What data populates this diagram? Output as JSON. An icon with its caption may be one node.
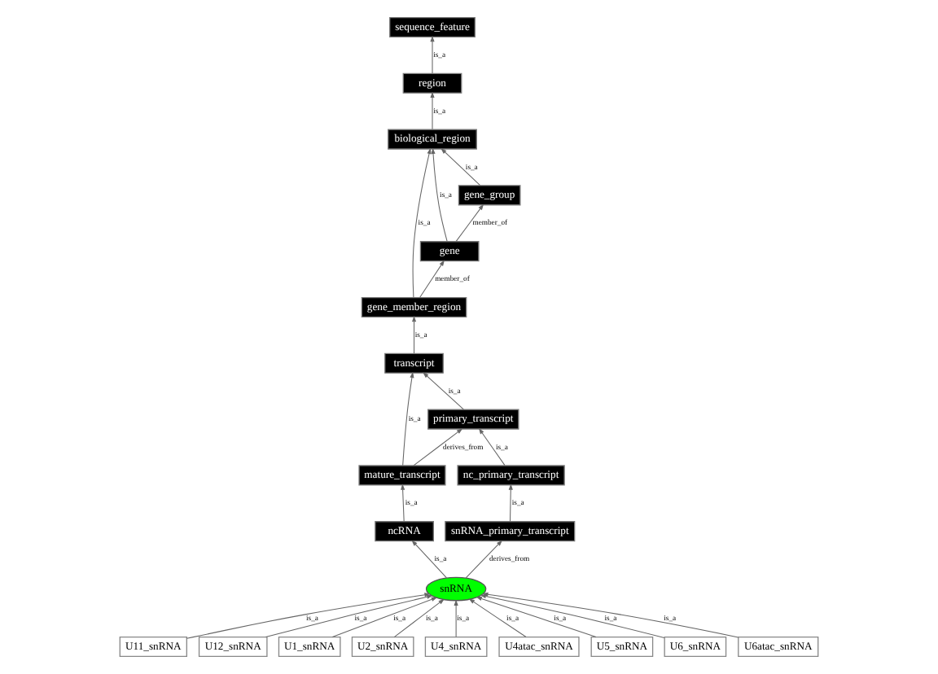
{
  "diagram": {
    "nodes": [
      {
        "text": [
          "sequence_feature"
        ]
      },
      {
        "text": [
          "region"
        ]
      },
      {
        "text": [
          "biological_region"
        ]
      },
      {
        "text": [
          "gene_group"
        ]
      },
      {
        "text": [
          "gene"
        ]
      },
      {
        "text": [
          "gene_member_region"
        ]
      },
      {
        "text": [
          "transcript"
        ]
      },
      {
        "text": [
          "primary_transcript"
        ]
      },
      {
        "text": [
          "mature_transcript"
        ]
      },
      {
        "text": [
          "nc_primary_transcript"
        ]
      },
      {
        "text": [
          "ncRNA"
        ]
      },
      {
        "text": [
          "snRNA_primary_transcript"
        ]
      },
      {
        "text": [
          "snRNA"
        ]
      },
      {
        "text": [
          "U11_snRNA"
        ]
      },
      {
        "text": [
          "U12_snRNA"
        ]
      },
      {
        "text": [
          "U1_snRNA"
        ]
      },
      {
        "text": [
          "U2_snRNA"
        ]
      },
      {
        "text": [
          "U4_snRNA"
        ]
      },
      {
        "text": [
          "U4atac_snRNA"
        ]
      },
      {
        "text": [
          "U5_snRNA"
        ]
      },
      {
        "text": [
          "U6_snRNA"
        ]
      },
      {
        "text": [
          "U6atac_snRNA"
        ]
      }
    ],
    "edges": [
      {
        "from": 1,
        "to": 0,
        "arrow": "to",
        "label": "is_a"
      },
      {
        "from": 2,
        "to": 1,
        "arrow": "to",
        "label": "is_a"
      },
      {
        "from": 3,
        "to": 2,
        "arrow": "to",
        "label": "is_a"
      },
      {
        "from": 4,
        "to": 2,
        "arrow": "to",
        "label": "is_a"
      },
      {
        "from": 5,
        "to": 2,
        "arrow": "to",
        "label": "is_a"
      },
      {
        "from": 4,
        "to": 3,
        "arrow": "to",
        "label": "member_of"
      },
      {
        "from": 5,
        "to": 4,
        "arrow": "to",
        "label": "member_of"
      },
      {
        "from": 6,
        "to": 5,
        "arrow": "to",
        "label": "is_a"
      },
      {
        "from": 7,
        "to": 6,
        "arrow": "to",
        "label": "is_a"
      },
      {
        "from": 8,
        "to": 6,
        "arrow": "to",
        "label": "is_a"
      },
      {
        "from": 8,
        "to": 7,
        "arrow": "to",
        "label": "derives_from"
      },
      {
        "from": 9,
        "to": 7,
        "arrow": "to",
        "label": "is_a"
      },
      {
        "from": 10,
        "to": 8,
        "arrow": "to",
        "label": "is_a"
      },
      {
        "from": 11,
        "to": 9,
        "arrow": "to",
        "label": "is_a"
      },
      {
        "from": 12,
        "to": 10,
        "arrow": "to",
        "label": "is_a"
      },
      {
        "from": 12,
        "to": 11,
        "arrow": "to",
        "label": "derives_from"
      },
      {
        "from": 13,
        "to": 12,
        "arrow": "to",
        "label": "is_a"
      },
      {
        "from": 14,
        "to": 12,
        "arrow": "to",
        "label": "is_a"
      },
      {
        "from": 15,
        "to": 12,
        "arrow": "to",
        "label": "is_a"
      },
      {
        "from": 16,
        "to": 12,
        "arrow": "to",
        "label": "is_a"
      },
      {
        "from": 17,
        "to": 12,
        "arrow": "to",
        "label": "is_a"
      },
      {
        "from": 18,
        "to": 12,
        "arrow": "to",
        "label": "is_a"
      },
      {
        "from": 19,
        "to": 12,
        "arrow": "to",
        "label": "is_a"
      },
      {
        "from": 20,
        "to": 12,
        "arrow": "to",
        "label": "is_a"
      },
      {
        "from": 21,
        "to": 12,
        "arrow": "to",
        "label": "is_a"
      }
    ]
  }
}
